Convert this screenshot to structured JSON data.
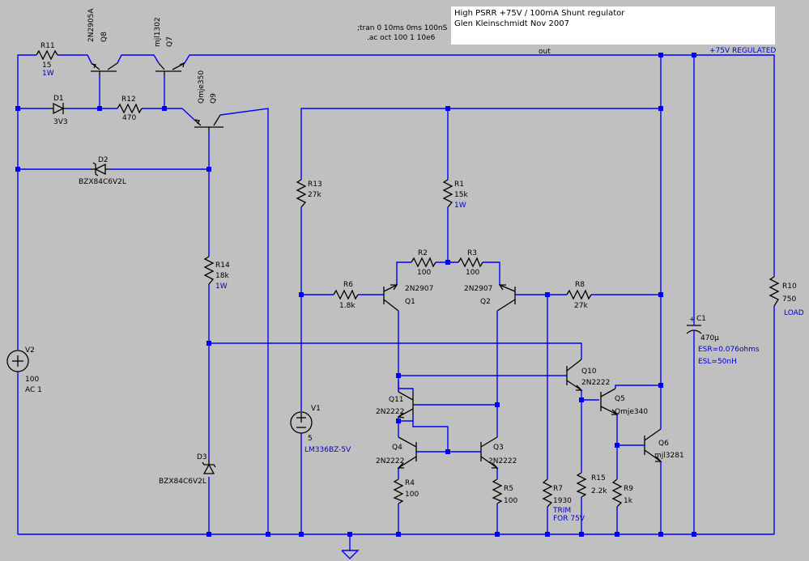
{
  "title_box": {
    "line1": "High PSRR +75V / 100mA Shunt regulator",
    "line2": "Glen Kleinschmidt Nov 2007"
  },
  "sim": {
    "tran": ";tran 0 10ms 0ms 100nS",
    "ac": ".ac oct 100 1 10e6"
  },
  "nets": {
    "out": "out",
    "reg": "+75V REGULATED"
  },
  "components": {
    "R11": {
      "name": "R11",
      "value": "15",
      "extra": "1W"
    },
    "R12": {
      "name": "R12",
      "value": "470"
    },
    "R13": {
      "name": "R13",
      "value": "27k"
    },
    "R1": {
      "name": "R1",
      "value": "15k",
      "extra": "1W"
    },
    "R2": {
      "name": "R2",
      "value": "100"
    },
    "R3": {
      "name": "R3",
      "value": "100"
    },
    "R6": {
      "name": "R6",
      "value": "1.8k"
    },
    "R8": {
      "name": "R8",
      "value": "27k"
    },
    "R14": {
      "name": "R14",
      "value": "18k",
      "extra": "1W"
    },
    "R10": {
      "name": "R10",
      "value": "750",
      "extra": "LOAD"
    },
    "R4": {
      "name": "R4",
      "value": "100"
    },
    "R5": {
      "name": "R5",
      "value": "100"
    },
    "R7": {
      "name": "R7",
      "value": "1930",
      "extra1": "TRIM",
      "extra2": "FOR 75V"
    },
    "R15": {
      "name": "R15",
      "value": "2.2k"
    },
    "R9": {
      "name": "R9",
      "value": "1k"
    },
    "Q8": {
      "name": "Q8",
      "part": "2N2905A"
    },
    "Q7": {
      "name": "Q7",
      "part": "mjl1302"
    },
    "Q9": {
      "name": "Q9",
      "part": "Qmje350"
    },
    "Q1": {
      "name": "Q1",
      "part": "2N2907"
    },
    "Q2": {
      "name": "Q2",
      "part": "2N2907"
    },
    "Q10": {
      "name": "Q10",
      "part": "2N2222"
    },
    "Q5": {
      "name": "Q5",
      "part": "Qmje340"
    },
    "Q6": {
      "name": "Q6",
      "part": "mjl3281"
    },
    "Q11": {
      "name": "Q11",
      "part": "2N2222"
    },
    "Q4": {
      "name": "Q4",
      "part": "2N2222"
    },
    "Q3": {
      "name": "Q3",
      "part": "2N2222"
    },
    "D1": {
      "name": "D1",
      "value": "3V3"
    },
    "D2": {
      "name": "D2",
      "part": "BZX84C6V2L"
    },
    "D3": {
      "name": "D3",
      "part": "BZX84C6V2L"
    },
    "V2": {
      "name": "V2",
      "value": "100",
      "extra": "AC 1"
    },
    "V1": {
      "name": "V1",
      "value": "5",
      "extra": "LM336BZ-5V"
    },
    "C1": {
      "name": "C1",
      "value": "470µ",
      "extra1": "ESR=0.076ohms",
      "extra2": "ESL=50nH"
    }
  }
}
